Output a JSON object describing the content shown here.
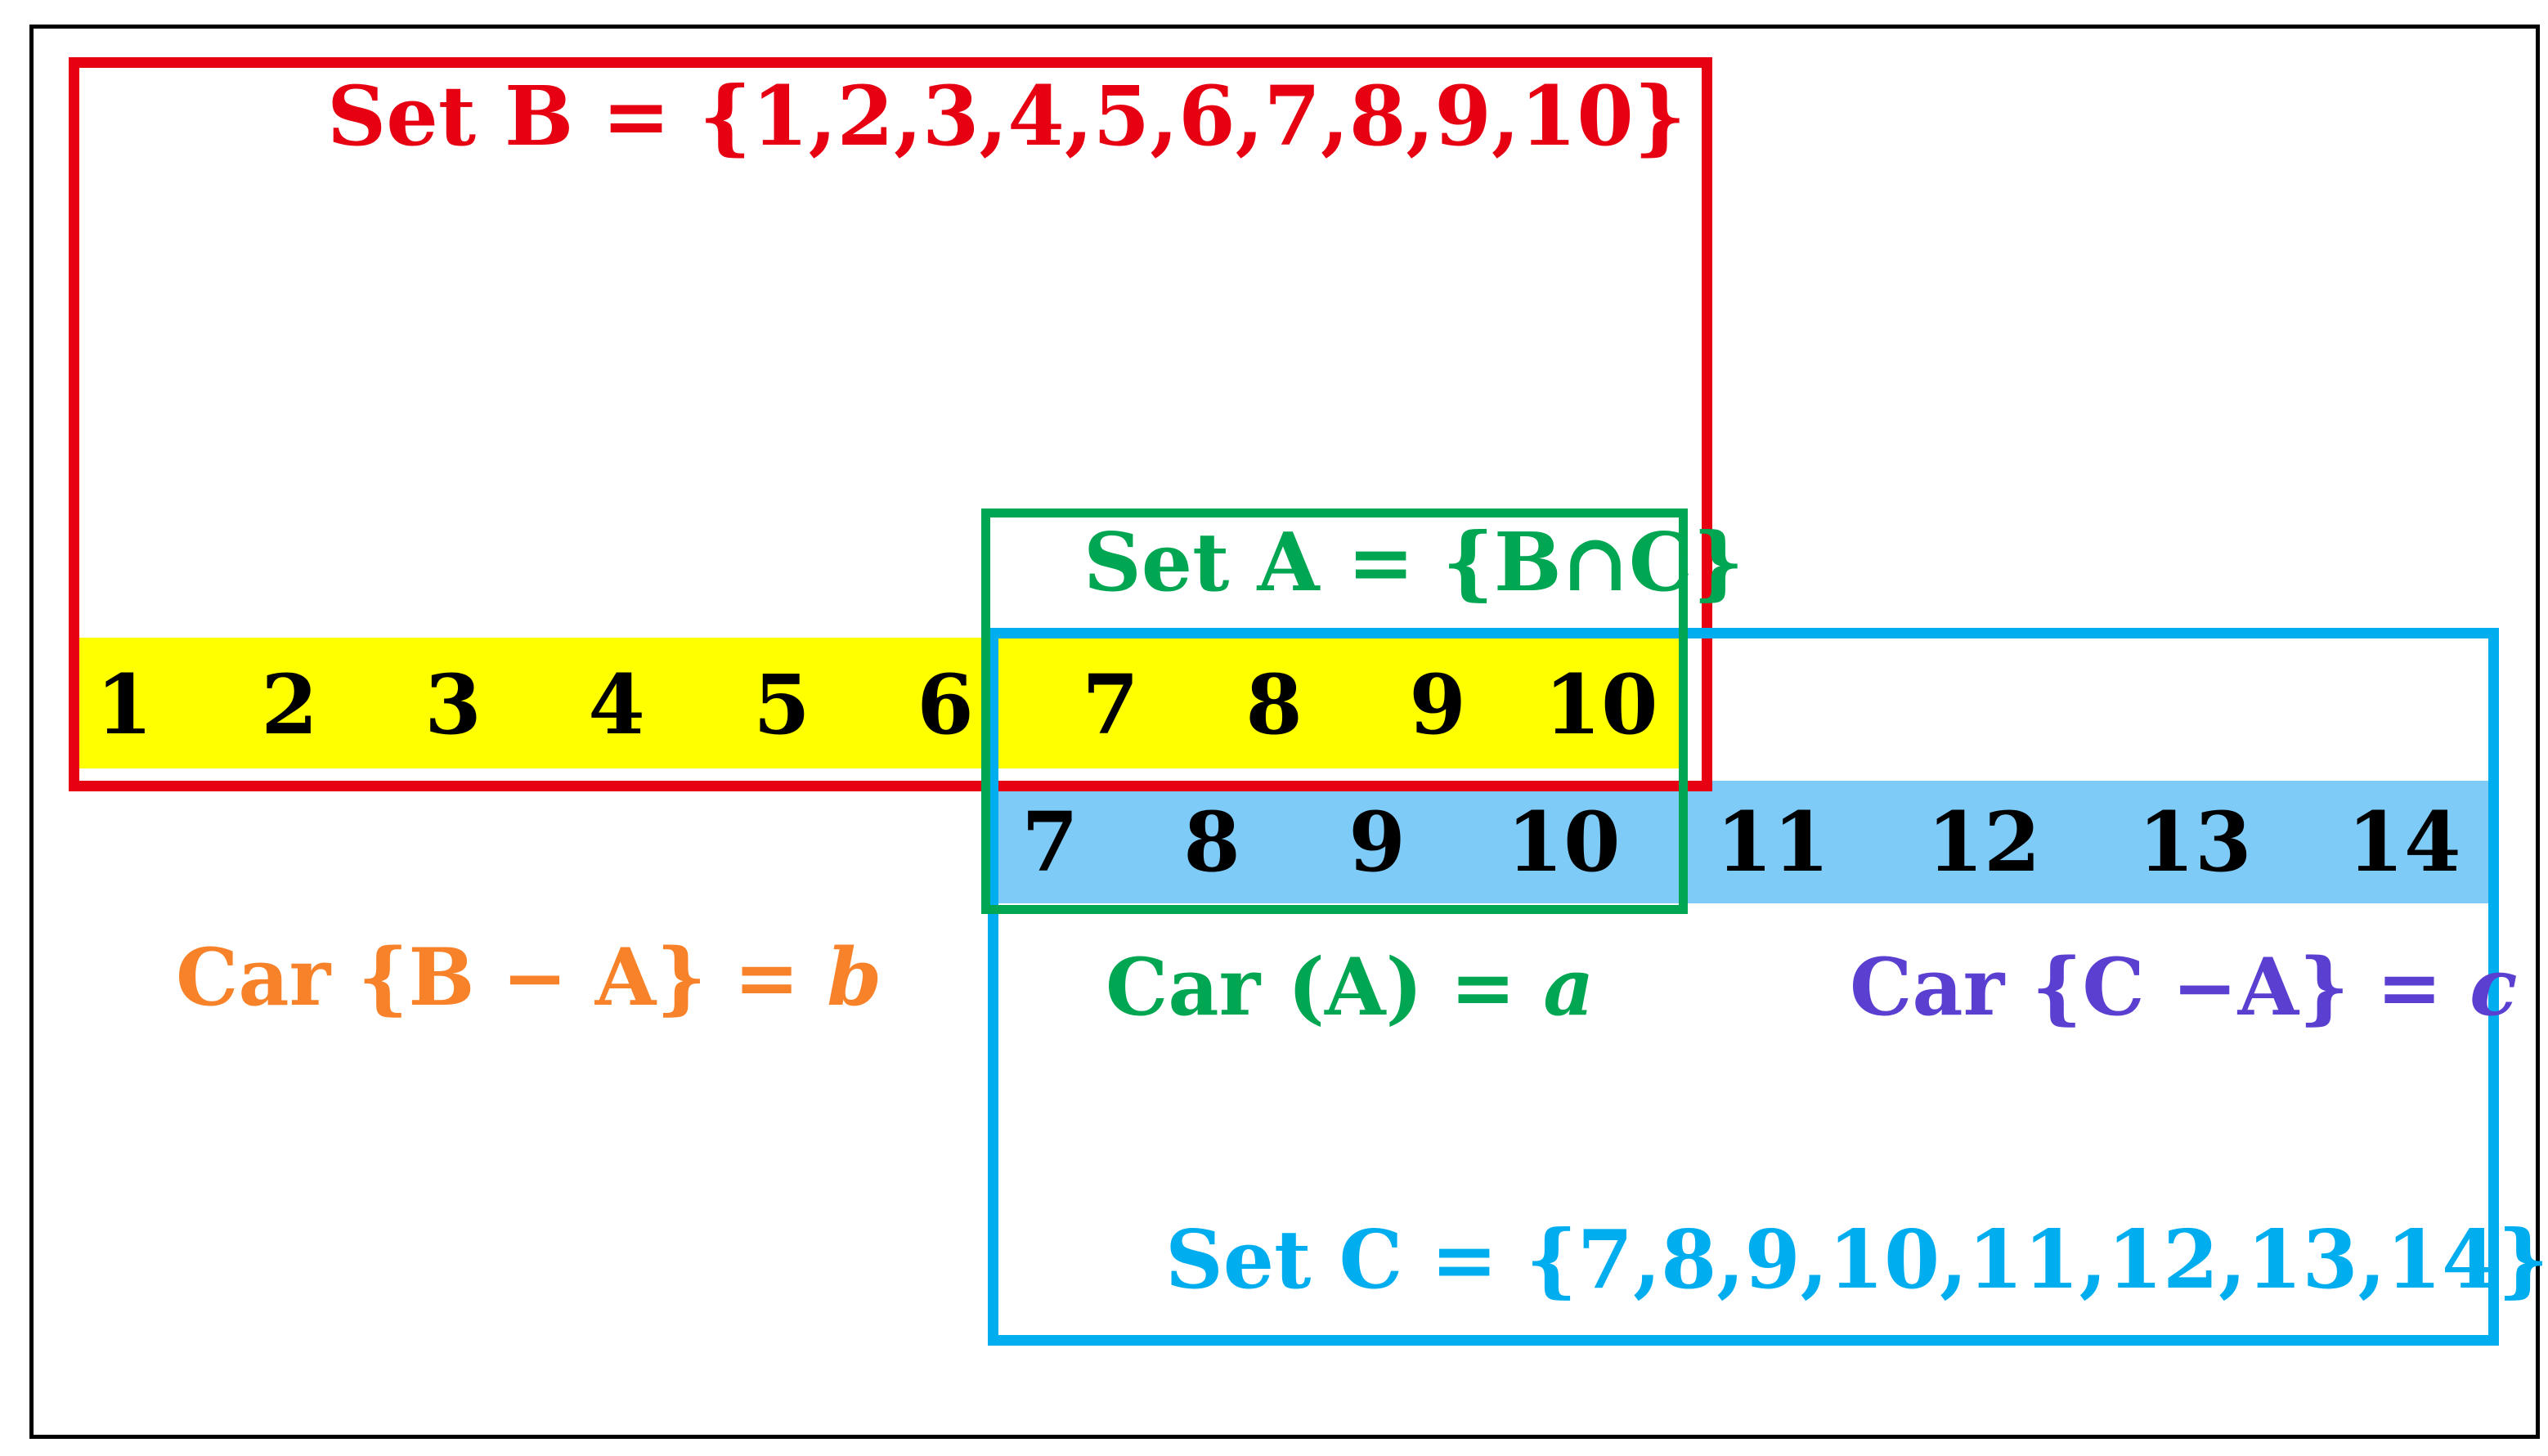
{
  "set_b": {
    "label": "Set B = {1,2,3,4,5,6,7,8,9,10}",
    "color": "#e60012"
  },
  "set_a": {
    "label": "Set A = {B∩C}",
    "color": "#00a651"
  },
  "set_c": {
    "label": "Set C = {7,8,9,10,11,12,13,14}",
    "color": "#00aeef"
  },
  "row_b": [
    "1",
    "2",
    "3",
    "4",
    "5",
    "6",
    "7",
    "8",
    "9",
    "10"
  ],
  "row_c": [
    "7",
    "8",
    "9",
    "10",
    "11",
    "12",
    "13",
    "14"
  ],
  "car_b_minus_a": {
    "prefix": "Car {B − A} = ",
    "var": "b",
    "color": "#f7822a"
  },
  "car_a": {
    "prefix": "Car (A) = ",
    "var": "a",
    "color": "#00a651"
  },
  "car_c_minus_a": {
    "prefix": "Car {C −A} = ",
    "var": "c",
    "color": "#5b3fd1"
  },
  "colors": {
    "yellow_band": "#ffff00",
    "blue_band": "#7ecbf7"
  }
}
